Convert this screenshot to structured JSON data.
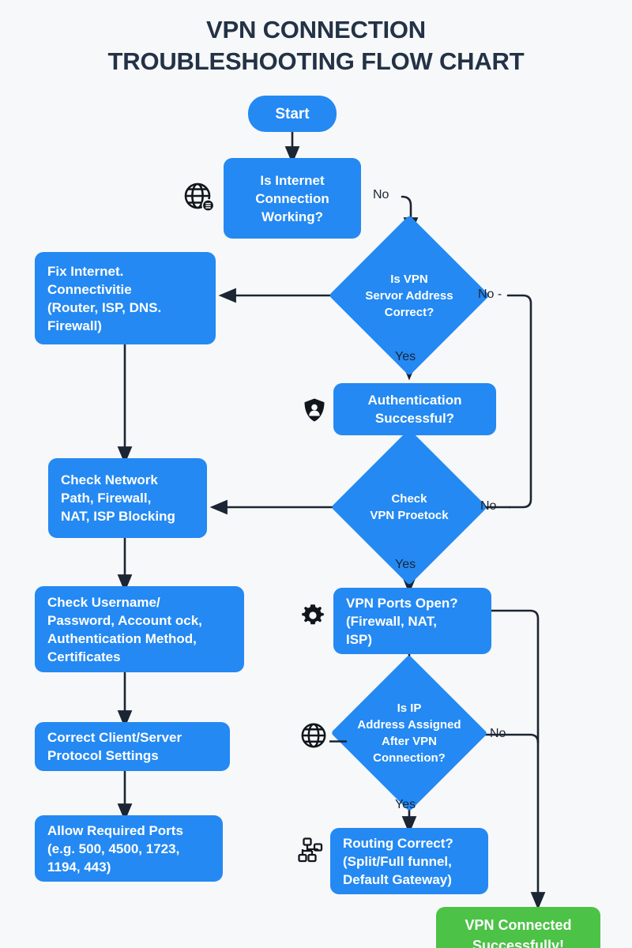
{
  "title": {
    "line1": "VPN CONNECTION",
    "line2": "TROUBLESHOOTING FLOW CHART"
  },
  "colors": {
    "background": "#f7f8f9",
    "node_blue": "#2489f2",
    "success_green": "#4cc247",
    "connector": "#1b2533",
    "title_text": "#233246",
    "node_text": "#ffffff"
  },
  "nodes": {
    "start": {
      "label": "Start",
      "type": "terminator"
    },
    "internet_check": {
      "line1": "Is Internet",
      "line2": "Connection",
      "line3": "Working?",
      "type": "process",
      "icon": "globe-badge-icon"
    },
    "fix_internet": {
      "line1": "Fix Internet.",
      "line2": "Connectivitie",
      "line3": "(Router, ISP, DNS.",
      "line4": "Firewall)",
      "type": "process"
    },
    "server_address": {
      "line1": "Is VPN",
      "line2": "Servor Address",
      "line3": "Correct?",
      "type": "decision"
    },
    "authentication": {
      "line1": "Authentication",
      "line2": "Successful?",
      "type": "process",
      "icon": "shield-user-icon"
    },
    "check_protocol": {
      "line1": "Check",
      "line2": "VPN Proetock",
      "type": "decision"
    },
    "check_network_path": {
      "line1": "Check Network",
      "line2": "Path, Firewall,",
      "line3": "NAT, ISP Blocking",
      "type": "process"
    },
    "check_credentials": {
      "line1": "Check Username/",
      "line2": "Password, Account ock,",
      "line3": "Authentication Method,",
      "line4": "Certificates",
      "type": "process"
    },
    "vpn_ports_open": {
      "line1": "VPN Ports Open?",
      "line2": "(Firewall, NAT,",
      "line3": "ISP)",
      "type": "process",
      "icon": "gear-icon"
    },
    "correct_protocol_settings": {
      "line1": "Correct Client/Server",
      "line2": "Protocol Settings",
      "type": "process"
    },
    "ip_assigned": {
      "line1": "Is IP",
      "line2": "Address Assigned",
      "line3": "After VPN",
      "line4": "Connection?",
      "type": "decision",
      "icon": "globe-icon"
    },
    "allow_required_ports": {
      "line1": "Allow Required Ports",
      "line2": "(e.g. 500, 4500, 1723,",
      "line3": "1194, 443)",
      "type": "process"
    },
    "routing_correct": {
      "line1": "Routing Correct?",
      "line2": "(Split/Full funnel,",
      "line3": "Default Gateway)",
      "type": "process",
      "icon": "sitemap-icon"
    },
    "vpn_connected": {
      "line1": "VPN Connected",
      "line2": "Successfully!",
      "type": "success"
    }
  },
  "edge_labels": {
    "internet_no": "No",
    "server_address_no": "No -",
    "server_address_yes": "Yes",
    "protocol_no": "No",
    "protocol_yes": "Yes",
    "ip_assigned_no": "No",
    "ip_assigned_yes": "Yes"
  }
}
